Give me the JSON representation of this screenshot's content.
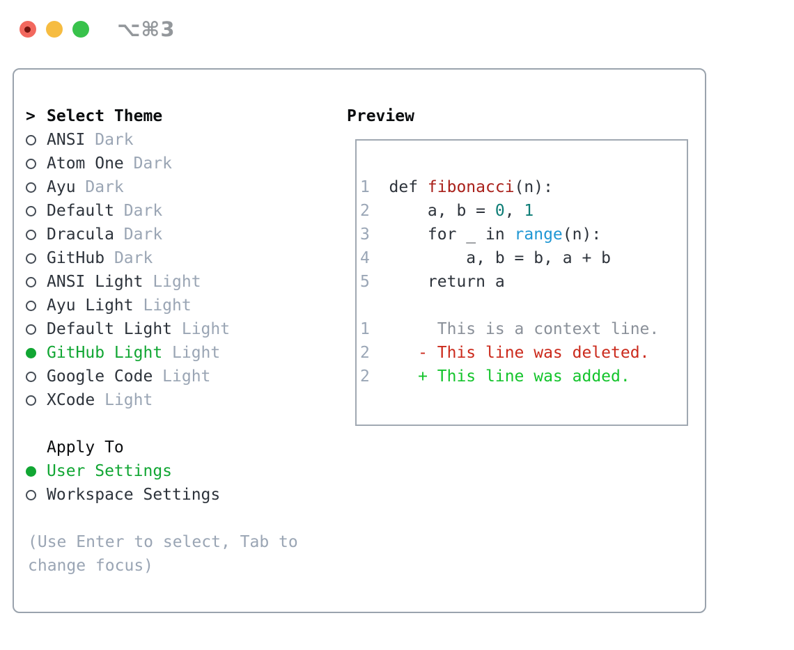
{
  "window": {
    "shortcut": "⌥⌘3",
    "traffic_lights": [
      "close",
      "minimize",
      "zoom"
    ]
  },
  "colors": {
    "selection_green": "#11a633",
    "added_green": "#14c42c",
    "deleted_red": "#cb2a1c",
    "function_red": "#a9201a",
    "number_teal": "#0e7d76",
    "builtin_blue": "#1f97d4",
    "muted_gray": "#9aa5b4",
    "text_dark": "#2d333b",
    "panel_border": "#9aa3ad"
  },
  "theme_panel": {
    "header": {
      "marker": ">",
      "label": "Select Theme"
    },
    "themes": [
      {
        "name": "ANSI",
        "variant": "Dark",
        "selected": false
      },
      {
        "name": "Atom One",
        "variant": "Dark",
        "selected": false
      },
      {
        "name": "Ayu",
        "variant": "Dark",
        "selected": false
      },
      {
        "name": "Default",
        "variant": "Dark",
        "selected": false
      },
      {
        "name": "Dracula",
        "variant": "Dark",
        "selected": false
      },
      {
        "name": "GitHub",
        "variant": "Dark",
        "selected": false
      },
      {
        "name": "ANSI Light",
        "variant": "Light",
        "selected": false
      },
      {
        "name": "Ayu Light",
        "variant": "Light",
        "selected": false
      },
      {
        "name": "Default Light",
        "variant": "Light",
        "selected": false
      },
      {
        "name": "GitHub Light",
        "variant": "Light",
        "selected": true
      },
      {
        "name": "Google Code",
        "variant": "Light",
        "selected": false
      },
      {
        "name": "XCode",
        "variant": "Light",
        "selected": false
      }
    ],
    "apply_to": {
      "label": "Apply To",
      "options": [
        {
          "name": "User Settings",
          "selected": true
        },
        {
          "name": "Workspace Settings",
          "selected": false
        }
      ]
    },
    "hint_lines": [
      "(Use Enter to select, Tab to",
      "change focus)"
    ]
  },
  "preview": {
    "title": "Preview",
    "lines": [
      {
        "num": "1",
        "parts": [
          [
            "def ",
            "plain"
          ],
          [
            "fibonacci",
            "func"
          ],
          [
            "(n):",
            "plain"
          ]
        ]
      },
      {
        "num": "2",
        "parts": [
          [
            "    a, b = ",
            "plain"
          ],
          [
            "0",
            "number"
          ],
          [
            ", ",
            "plain"
          ],
          [
            "1",
            "number"
          ]
        ]
      },
      {
        "num": "3",
        "parts": [
          [
            "    for _ in ",
            "plain"
          ],
          [
            "range",
            "builtin"
          ],
          [
            "(n):",
            "plain"
          ]
        ]
      },
      {
        "num": "4",
        "parts": [
          [
            "        a, b = b, a + b",
            "plain"
          ]
        ]
      },
      {
        "num": "5",
        "parts": [
          [
            "    return a",
            "plain"
          ]
        ]
      },
      {
        "num": "",
        "parts": []
      },
      {
        "num": "1",
        "parts": [
          [
            "     This is a context line.",
            "context"
          ]
        ]
      },
      {
        "num": "2",
        "parts": [
          [
            "   - This line was deleted.",
            "deleted"
          ]
        ]
      },
      {
        "num": "2",
        "parts": [
          [
            "   + This line was added.",
            "added"
          ]
        ]
      }
    ]
  }
}
